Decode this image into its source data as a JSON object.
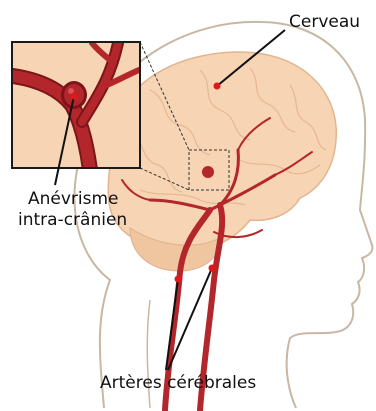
{
  "labels": {
    "brain": "Cerveau",
    "aneurysm_line1": "Anévrisme",
    "aneurysm_line2": "intra-crânien",
    "arteries": "Artères cérébrales"
  },
  "colors": {
    "skin_outline": "#c9b7a3",
    "brain_fill": "#f6d4b4",
    "brain_outline": "#e3b48f",
    "artery": "#b3262b",
    "artery_dark": "#7d1418",
    "marker": "#e01818",
    "inset_border": "#1a1a1a"
  }
}
